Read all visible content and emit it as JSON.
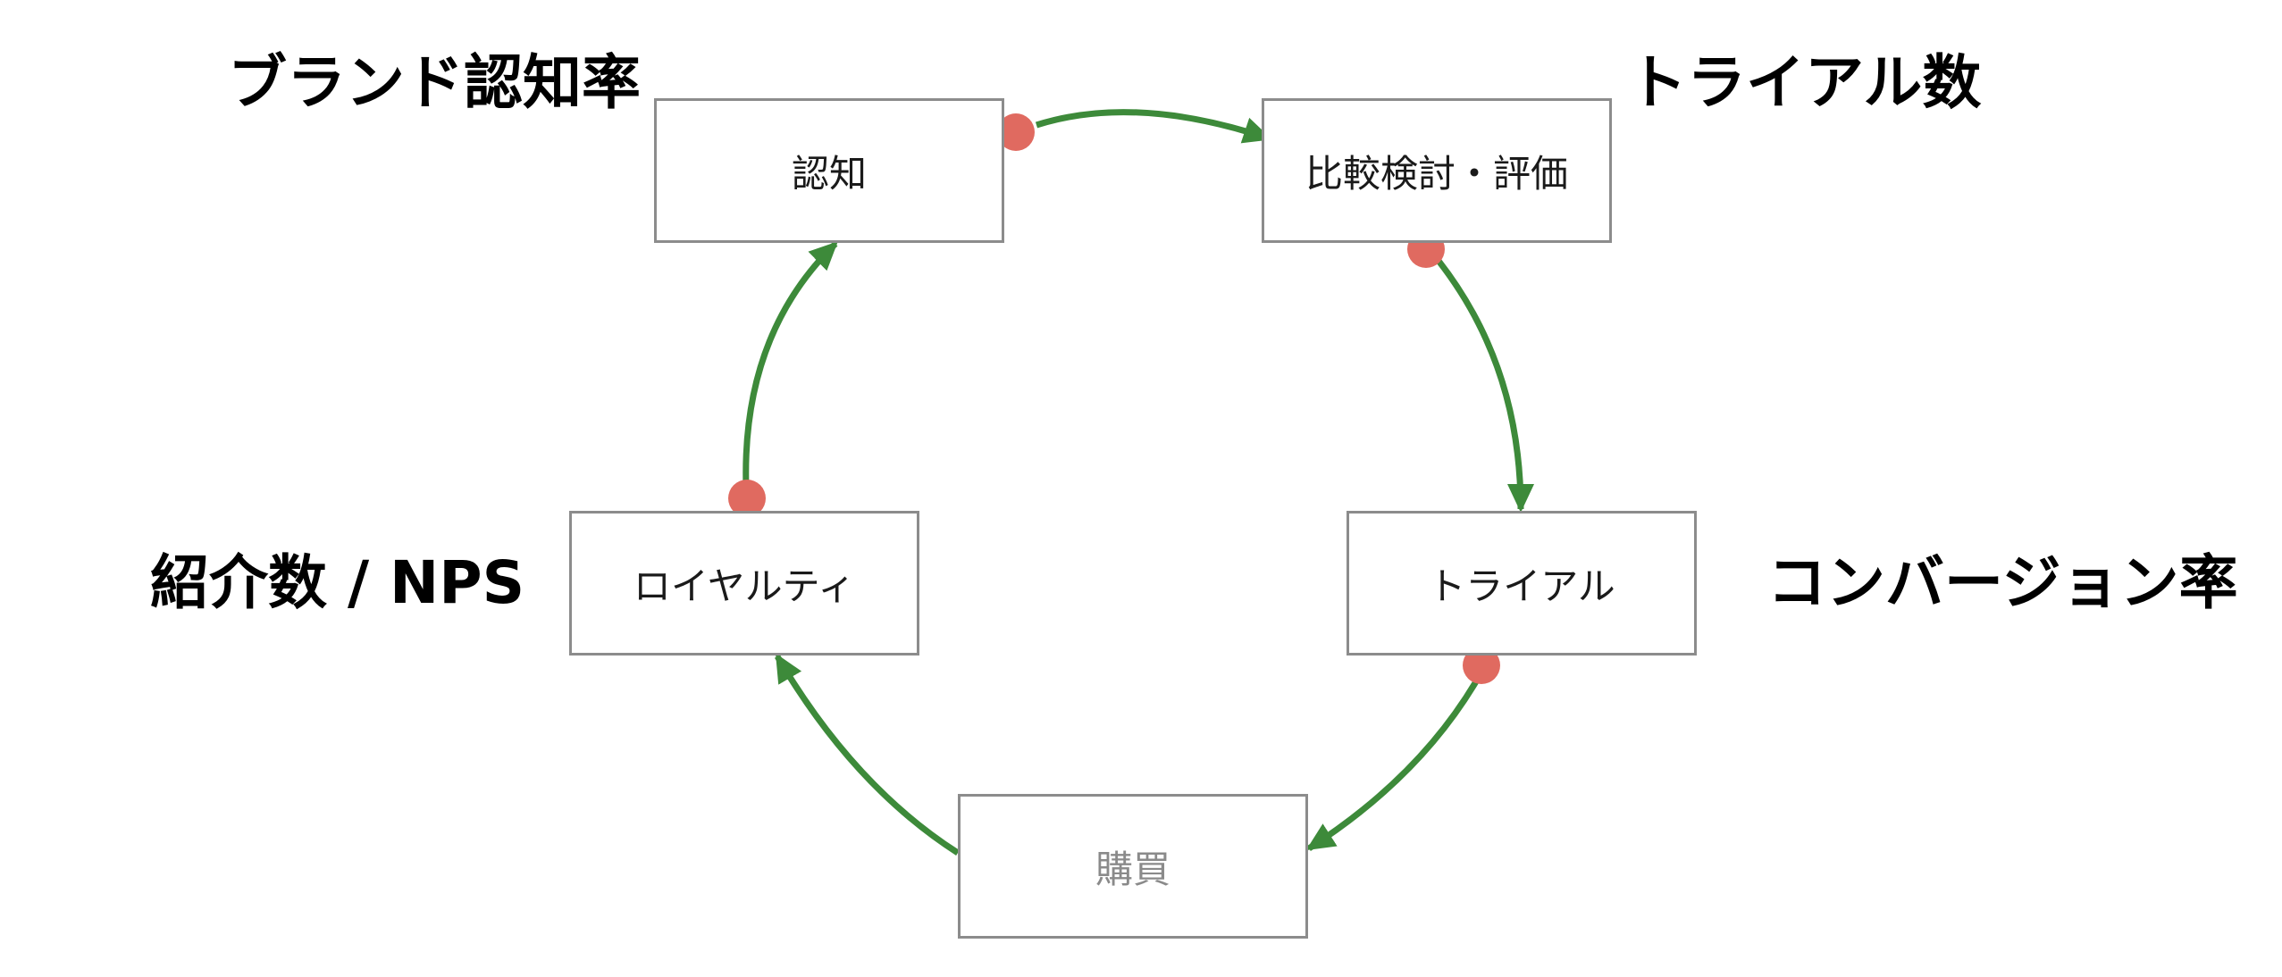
{
  "diagram": {
    "nodes": [
      {
        "id": "awareness",
        "label": "認知",
        "muted": false
      },
      {
        "id": "consideration",
        "label": "比較検討・評価",
        "muted": false
      },
      {
        "id": "trial",
        "label": "トライアル",
        "muted": false
      },
      {
        "id": "purchase",
        "label": "購買",
        "muted": true
      },
      {
        "id": "loyalty",
        "label": "ロイヤルティ",
        "muted": false
      }
    ],
    "metrics": [
      {
        "id": "brand-awareness",
        "label": "ブランド認知率"
      },
      {
        "id": "trial-count",
        "label": "トライアル数"
      },
      {
        "id": "conversion-rate",
        "label": "コンバージョン率"
      },
      {
        "id": "referrals-nps",
        "label": "紹介数 / NPS"
      }
    ],
    "edges": [
      {
        "from": "awareness",
        "to": "consideration",
        "marker": true
      },
      {
        "from": "consideration",
        "to": "trial",
        "marker": true
      },
      {
        "from": "trial",
        "to": "purchase",
        "marker": true
      },
      {
        "from": "purchase",
        "to": "loyalty",
        "marker": false
      },
      {
        "from": "loyalty",
        "to": "awareness",
        "marker": true
      }
    ],
    "colors": {
      "arrow": "#3d8a3a",
      "marker": "#e06a60",
      "node_border": "#8c8c8c",
      "muted_text": "#8a8a8a"
    }
  }
}
